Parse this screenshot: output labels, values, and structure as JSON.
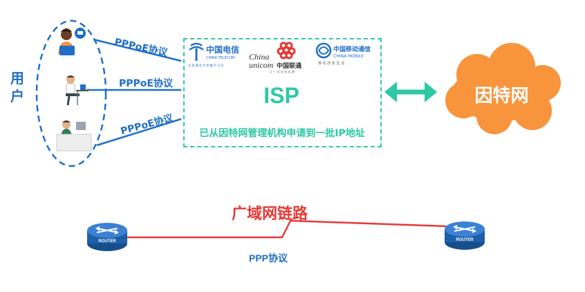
{
  "users": {
    "label": "用户",
    "protocols": [
      "PPPoE协议",
      "PPPoE协议",
      "PPPoE协议"
    ]
  },
  "isp": {
    "title": "ISP",
    "caption": "已从因特网管理机构申请到一批IP地址",
    "logos": {
      "telecom_cn": "中国电信",
      "telecom_en": "CHINA TELECOM",
      "telecom_slogan": "全 球 通 信 世 界 触 手 可 及",
      "unicom_en1": "China",
      "unicom_en2": "unicom",
      "unicom_cn": "中国联通",
      "unicom_slogan": "让 一 切 自 由 连 通",
      "mobile_cn": "中国移动通信",
      "mobile_en": "CHINA MOBILE",
      "mobile_slogan": "移 动 改 变 生 活"
    }
  },
  "internet": {
    "label": "因特网"
  },
  "wan": {
    "label": "广域网链路",
    "protocol": "PPP协议",
    "router_label": "ROUTER"
  },
  "colors": {
    "blue": "#1f6fc8",
    "teal": "#2ec8a6",
    "orange": "#f7943c",
    "red": "#e53935",
    "router": "#1d5fa8"
  }
}
